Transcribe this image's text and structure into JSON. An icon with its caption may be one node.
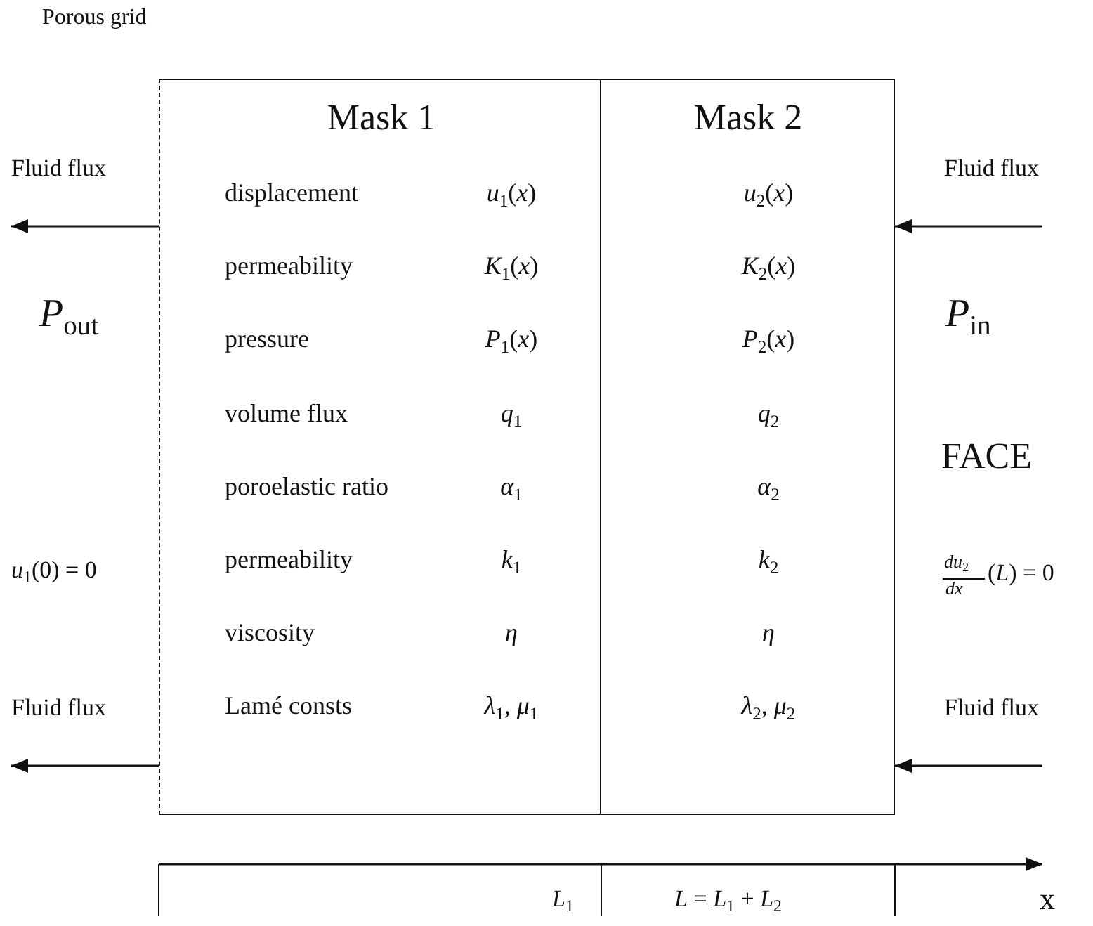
{
  "diagram": {
    "nodes": [
      {
        "text": [
          "Mask 1",
          "displacement",
          "*u*$_{1}$(*x*)",
          "permeability",
          "*K*$_{1}$(*x*)",
          "pressure",
          "*P*$_{1}$(*x*)",
          "volume flux",
          "*q*$_{1}$",
          "poroelastic ratio",
          "*α*$_{1}$",
          "permeability",
          "*k*$_{1}$",
          "viscosity",
          "*η*",
          "Lamé consts",
          "*λ*$_{1}$, *μ*$_{1}$"
        ]
      },
      {
        "text": [
          "Mask 2",
          "*u*$_{2}$(*x*)",
          "*K*$_{2}$(*x*)",
          "*P*$_{2}$(*x*)",
          "*q*$_{2}$",
          "*α*$_{2}$",
          "*k*$_{2}$",
          "*η*",
          "*λ*$_{2}$, *μ*$_{2}$"
        ]
      }
    ],
    "edges": [
      {
        "from": 0,
        "to": null,
        "arrow": "to"
      },
      {
        "from": 0,
        "to": null,
        "arrow": "to"
      },
      {
        "from": null,
        "to": 1,
        "arrow": "to"
      },
      {
        "from": null,
        "to": 1,
        "arrow": "to"
      }
    ],
    "labels": [
      "Porous grid",
      "Fluid flux",
      "Fluid flux",
      "*P*$_{out}$",
      "*P*$_{in}$",
      "FACE",
      "*u*$_{1}$(0) = 0",
      "*du*$_{2}$",
      "*dx*",
      "(*L*) = 0",
      "Fluid flux",
      "Fluid flux",
      "*L*$_{1}$",
      "*L* = *L*$_{1}$ + *L*$_{2}$",
      "x"
    ]
  }
}
